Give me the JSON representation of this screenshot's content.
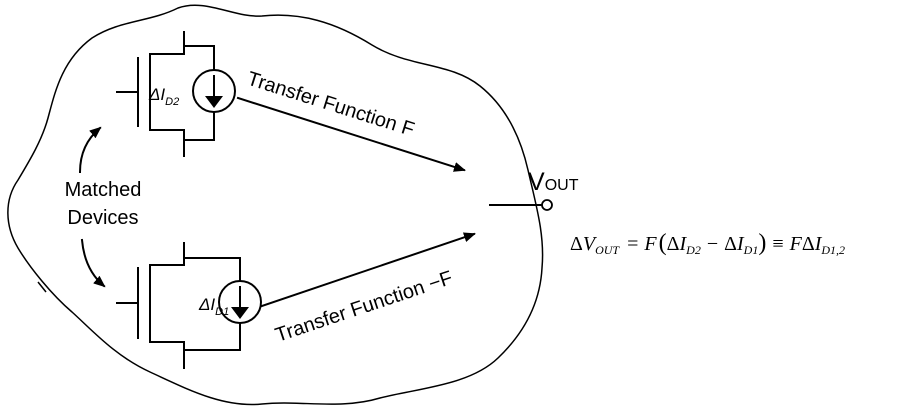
{
  "labels": {
    "matched_line1": "Matched",
    "matched_line2": "Devices",
    "tf_top": "Transfer Function F",
    "tf_bottom": "Transfer Function −F",
    "vout_main": "V",
    "vout_sub": "OUT",
    "top_device_label_main": "ΔI",
    "top_device_label_sub": "D2",
    "bottom_device_label_main": "ΔI",
    "bottom_device_label_sub": "D1"
  },
  "equation": {
    "lhs_delta": "Δ",
    "lhs_v": "V",
    "lhs_sub": "OUT",
    "eq": "=",
    "F": "F",
    "paren_open": "(",
    "d1": "Δ",
    "i1": "I",
    "s1": "D2",
    "minus": "−",
    "d2": "Δ",
    "i2": "I",
    "s2": "D1",
    "paren_close": ")",
    "equiv": "≡",
    "F2": "F",
    "d3": "Δ",
    "i3": "I",
    "s3": "D1,2"
  }
}
